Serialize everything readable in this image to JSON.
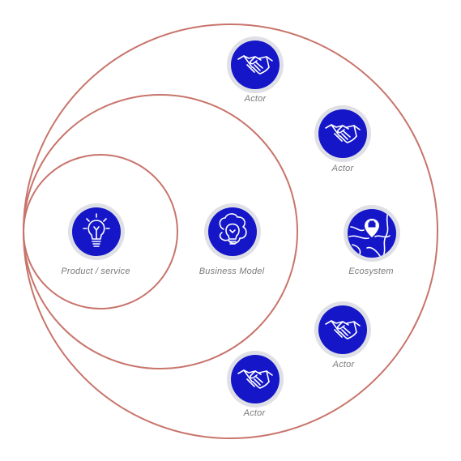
{
  "diagram": {
    "colors": {
      "ring": "#c8746b",
      "badge_fill": "#1416c8",
      "badge_halo": "#dfe0e6",
      "label_text": "#7a7a7a"
    },
    "rings": [
      "ecosystem-ring",
      "business-model-ring",
      "product-service-ring"
    ],
    "nodes": {
      "product_service": {
        "label": "Product / service",
        "icon": "lightbulb-icon"
      },
      "business_model": {
        "label": "Business Model",
        "icon": "lightbulb-cloud-icon"
      },
      "ecosystem": {
        "label": "Ecosystem",
        "icon": "map-pin-icon"
      },
      "actor_top": {
        "label": "Actor",
        "icon": "handshake-icon"
      },
      "actor_upper_right": {
        "label": "Actor",
        "icon": "handshake-icon"
      },
      "actor_lower_right": {
        "label": "Actor",
        "icon": "handshake-icon"
      },
      "actor_bottom": {
        "label": "Actor",
        "icon": "handshake-icon"
      }
    }
  }
}
